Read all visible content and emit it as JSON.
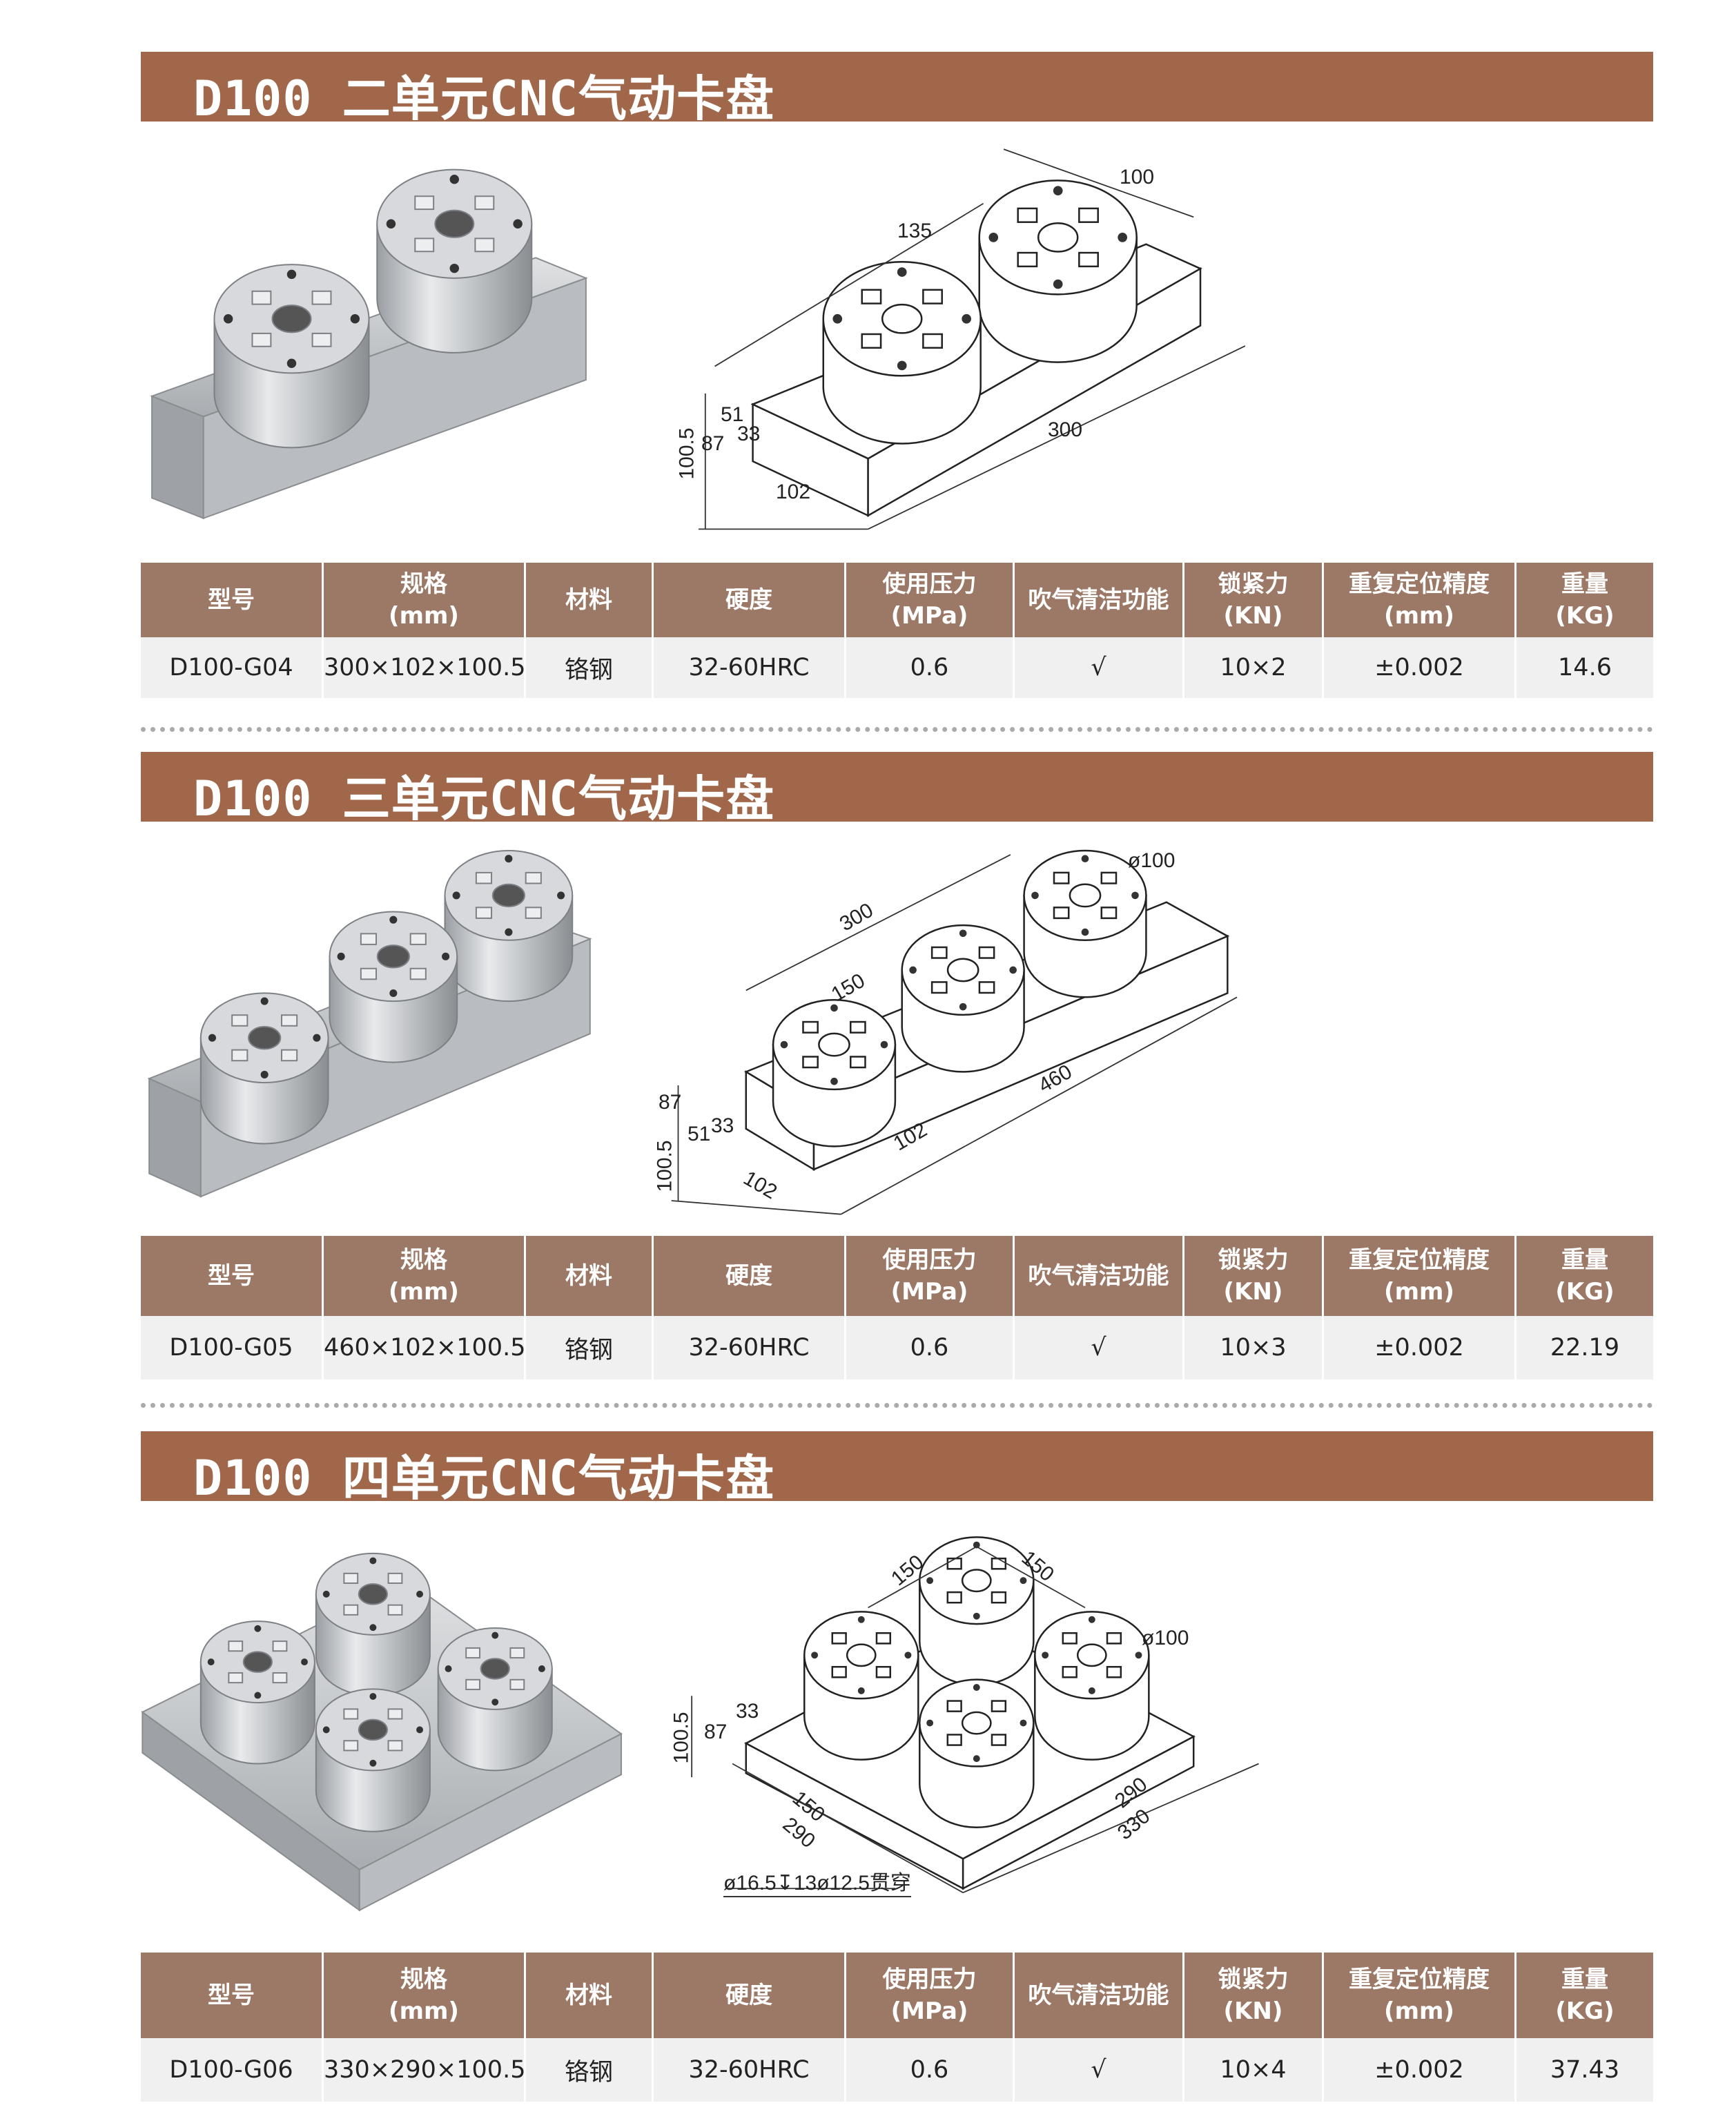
{
  "table_headers": [
    {
      "l1": "型号",
      "l2": ""
    },
    {
      "l1": "规格",
      "l2": "(mm)"
    },
    {
      "l1": "材料",
      "l2": ""
    },
    {
      "l1": "硬度",
      "l2": ""
    },
    {
      "l1": "使用压力",
      "l2": "(MPa)"
    },
    {
      "l1": "吹气清洁功能",
      "l2": ""
    },
    {
      "l1": "锁紧力",
      "l2": "(KN)"
    },
    {
      "l1": "重复定位精度",
      "l2": "(mm)"
    },
    {
      "l1": "重量",
      "l2": "(KG)"
    }
  ],
  "sections": [
    {
      "title": "D100 二单元CNC气动卡盘",
      "row": [
        "D100-G04",
        "300×102×100.5",
        "铬钢",
        "32-60HRC",
        "0.6",
        "√",
        "10×2",
        "±0.002",
        "14.6"
      ],
      "dims": [
        "100",
        "135",
        "300",
        "51",
        "33",
        "87",
        "100.5",
        "102"
      ]
    },
    {
      "title": "D100 三单元CNC气动卡盘",
      "row": [
        "D100-G05",
        "460×102×100.5",
        "铬钢",
        "32-60HRC",
        "0.6",
        "√",
        "10×3",
        "±0.002",
        "22.19"
      ],
      "dims": [
        "ø100",
        "300",
        "150",
        "460",
        "87",
        "33",
        "51",
        "100.5",
        "102",
        "102"
      ]
    },
    {
      "title": "D100 四单元CNC气动卡盘",
      "row": [
        "D100-G06",
        "330×290×100.5",
        "铬钢",
        "32-60HRC",
        "0.6",
        "√",
        "10×4",
        "±0.002",
        "37.43"
      ],
      "dims": [
        "150",
        "150",
        "ø100",
        "33",
        "87",
        "100.5",
        "150",
        "290",
        "290",
        "330",
        "ø16.5↧13ø12.5贯穿"
      ]
    }
  ]
}
